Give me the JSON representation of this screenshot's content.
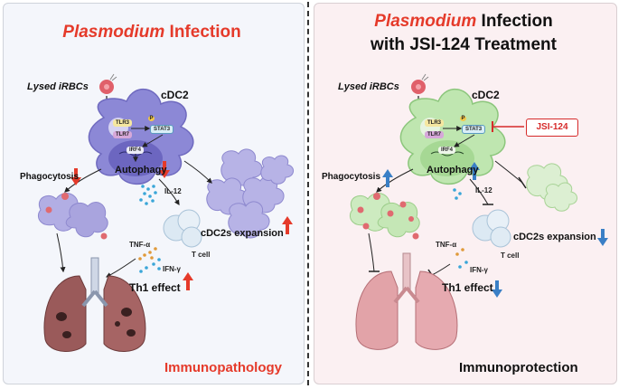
{
  "left": {
    "title_italic": "Plasmodium",
    "title_rest": " Infection",
    "lysed": "Lysed iRBCs",
    "cell": "cDC2",
    "tlr3": "TLR3",
    "tlr7": "TLR7",
    "stat3": "STAT3",
    "irf4": "IRF4",
    "p": "P",
    "autophagy": "Autophagy",
    "phagocytosis": "Phagocytosis",
    "il12": "IL-12",
    "tnf": "TNF-α",
    "ifn": "IFN-γ",
    "tcell": "T cell",
    "th1": "Th1 effect",
    "expansion": "cDC2s expansion",
    "footer": "Immunopathology"
  },
  "right": {
    "title_italic": "Plasmodium",
    "title_rest": " Infection",
    "title_line2": "with JSI-124 Treatment",
    "lysed": "Lysed iRBCs",
    "cell": "cDC2",
    "tlr3": "TLR3",
    "tlr7": "TLR7",
    "stat3": "STAT3",
    "irf4": "IRF4",
    "p": "P",
    "drug": "JSI-124",
    "autophagy": "Autophagy",
    "phagocytosis": "Phagocytosis",
    "il12": "IL-12",
    "tnf": "TNF-α",
    "ifn": "IFN-γ",
    "tcell": "T cell",
    "th1": "Th1 effect",
    "expansion": "cDC2s expansion",
    "footer": "Immunoprotection"
  },
  "colors": {
    "accent_red": "#e53a2a",
    "down_blue": "#3a7fc6",
    "cell_purple": "#8c88d6",
    "cell_green": "#bfe6b0",
    "lung_dark": "#9a5a5a",
    "lung_pink": "#e2a3a8"
  },
  "icons": {
    "up_arrow": "red-up-arrow-icon",
    "down_arrow": "red-down-arrow-icon",
    "blue_up": "blue-up-arrow-icon",
    "blue_down": "blue-down-arrow-icon"
  }
}
